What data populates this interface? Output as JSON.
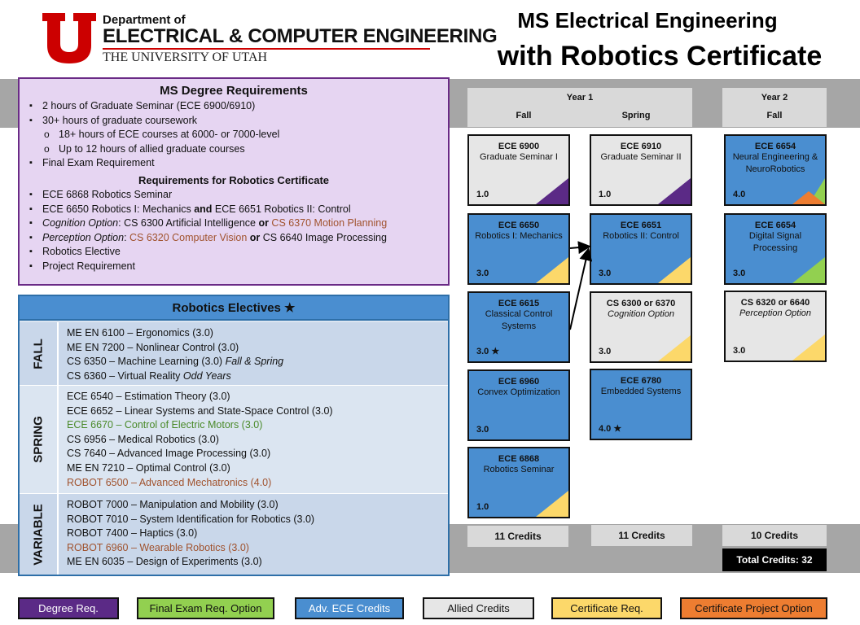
{
  "header": {
    "dept_line1": "Department of",
    "dept_line2": "ELECTRICAL & COMPUTER ENGINEERING",
    "dept_line3": "THE UNIVERSITY OF UTAH",
    "title_line1": "MS Electrical Engineering",
    "title_line2": "with Robotics Certificate"
  },
  "requirements": {
    "heading": "MS Degree Requirements",
    "items": [
      "2 hours of Graduate Seminar (ECE 6900/6910)",
      "30+ hours of graduate coursework",
      "18+ hours of ECE courses at 6000- or 7000-level",
      "Up to 12 hours of allied graduate courses",
      " Final Exam Requirement"
    ],
    "cert_heading": "Requirements for Robotics Certificate",
    "cert_items": {
      "seminar": "ECE 6868  Robotics Seminar",
      "robotics_a": "ECE 6650  Robotics I: Mechanics ",
      "robotics_and": "and",
      "robotics_b": " ECE 6651  Robotics II: Control",
      "cognition_label": "Cognition Option",
      "cognition_a": ": CS 6300  Artificial Intelligence ",
      "cognition_or": "or",
      "cognition_b": " CS 6370  Motion Planning",
      "perception_label": "Perception Option",
      "perception_colon": ": ",
      "perception_a": "CS 6320  Computer Vision",
      "perception_or": " or ",
      "perception_b": "CS 6640  Image Processing",
      "elective": "Robotics Elective",
      "project": "Project Requirement"
    }
  },
  "electives": {
    "heading": "Robotics Electives ★",
    "fall_label": "FALL",
    "fall": [
      "ME EN 6100  –  Ergonomics (3.0)",
      "ME EN 7200  –  Nonlinear Control (3.0)",
      "CS 6350  –  Machine Learning (3.0)",
      "CS 6360  –  Virtual Reality"
    ],
    "fall_notes": [
      "Fall & Spring",
      "Odd Years"
    ],
    "spring_label": "SPRING",
    "spring": [
      "ECE 6540  – Estimation Theory (3.0)",
      "ECE 6652  – Linear Systems and State-Space Control (3.0)",
      "ECE 6670  – Control of Electric Motors (3.0)",
      "CS 6956  – Medical Robotics (3.0)",
      "CS 7640  – Advanced Image Processing (3.0)",
      "ME EN 7210  – Optimal Control (3.0)",
      "ROBOT 6500  – Advanced Mechatronics (4.0)"
    ],
    "variable_label": "VARIABLE",
    "variable": [
      "ROBOT 7000  – Manipulation and Mobility (3.0)",
      "ROBOT 7010  – System Identification for Robotics (3.0)",
      "ROBOT 7400  – Haptics (3.0)",
      "ROBOT 6960  – Wearable Robotics (3.0)",
      "ME EN 6035  – Design of Experiments (3.0)"
    ]
  },
  "schedule": {
    "year1": "Year 1",
    "year2": "Year 2",
    "fall": "Fall",
    "spring": "Spring",
    "fall2": "Fall",
    "courses": {
      "c6900": {
        "code": "ECE 6900",
        "name": "Graduate Seminar I",
        "credits": "1.0"
      },
      "c6910": {
        "code": "ECE 6910",
        "name": "Graduate Seminar II",
        "credits": "1.0"
      },
      "c6654a": {
        "code": "ECE 6654",
        "name": "Neural Engineering & NeuroRobotics",
        "credits": "4.0"
      },
      "c6650": {
        "code": "ECE 6650",
        "name": "Robotics I: Mechanics",
        "credits": "3.0"
      },
      "c6651": {
        "code": "ECE 6651",
        "name": "Robotics II: Control",
        "credits": "3.0"
      },
      "c6654b": {
        "code": "ECE 6654",
        "name": "Digital Signal Processing",
        "credits": "3.0"
      },
      "c6615": {
        "code": "ECE 6615",
        "name": "Classical Control Systems",
        "credits": "3.0 ★"
      },
      "cs6300": {
        "code": "CS 6300 or 6370",
        "name": "Cognition Option",
        "credits": "3.0"
      },
      "cs6320": {
        "code": "CS 6320 or 6640",
        "name": "Perception Option",
        "credits": "3.0"
      },
      "c6960": {
        "code": "ECE 6960",
        "name": "Convex Optimization",
        "credits": "3.0"
      },
      "c6780": {
        "code": "ECE 6780",
        "name": "Embedded Systems",
        "credits": "4.0 ★"
      },
      "c6868": {
        "code": "ECE 6868",
        "name": "Robotics Seminar",
        "credits": "1.0"
      }
    },
    "totals": {
      "y1_fall": "11 Credits",
      "y1_spring": "11 Credits",
      "y2_fall": "10 Credits",
      "overall": "Total Credits: 32"
    }
  },
  "legend": {
    "degree": "Degree Req.",
    "final_exam": "Final Exam Req. Option",
    "adv_ece": "Adv. ECE Credits",
    "allied": "Allied Credits",
    "certificate": "Certificate Req.",
    "project": "Certificate Project Option"
  },
  "colors": {
    "purple": "#5b2a86",
    "green": "#92d050",
    "blue": "#4a8ed0",
    "gray": "#e6e6e6",
    "yellow": "#fcd86a",
    "orange": "#ed7d31",
    "utah_red": "#cc0000"
  }
}
